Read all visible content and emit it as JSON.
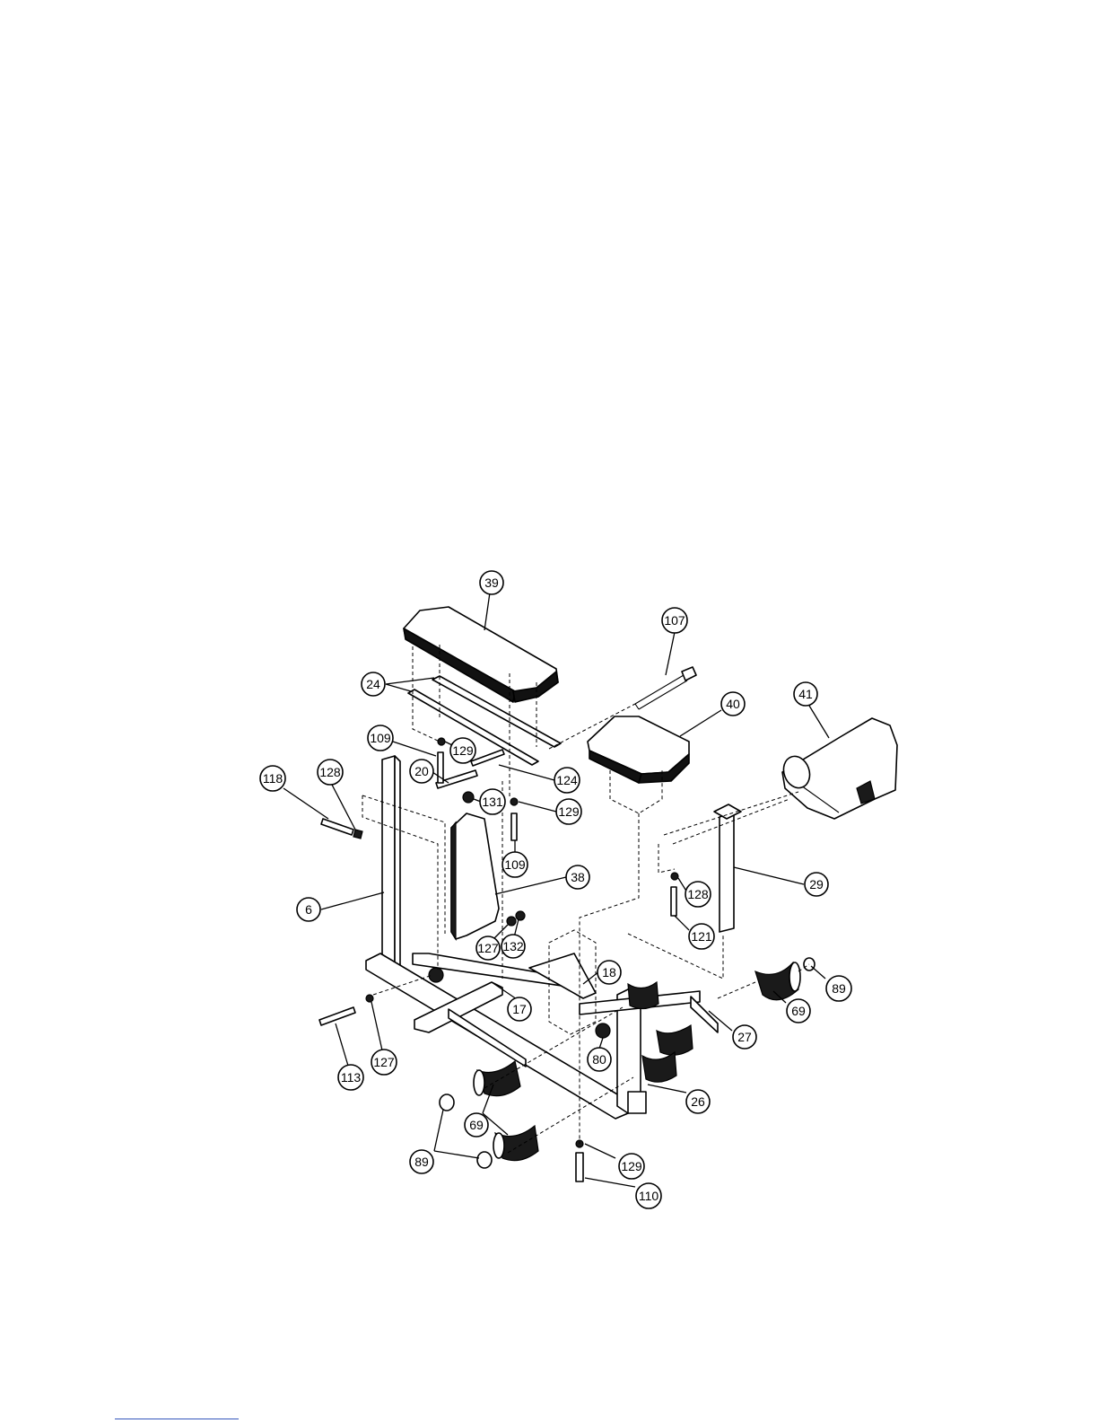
{
  "diagram": {
    "labels": [
      {
        "id": "39"
      },
      {
        "id": "107"
      },
      {
        "id": "24"
      },
      {
        "id": "40"
      },
      {
        "id": "41"
      },
      {
        "id": "109"
      },
      {
        "id": "129"
      },
      {
        "id": "118"
      },
      {
        "id": "128"
      },
      {
        "id": "20"
      },
      {
        "id": "124"
      },
      {
        "id": "131"
      },
      {
        "id": "129"
      },
      {
        "id": "109"
      },
      {
        "id": "38"
      },
      {
        "id": "128"
      },
      {
        "id": "29"
      },
      {
        "id": "6"
      },
      {
        "id": "121"
      },
      {
        "id": "127"
      },
      {
        "id": "132"
      },
      {
        "id": "18"
      },
      {
        "id": "89"
      },
      {
        "id": "17"
      },
      {
        "id": "69"
      },
      {
        "id": "27"
      },
      {
        "id": "80"
      },
      {
        "id": "113"
      },
      {
        "id": "127"
      },
      {
        "id": "26"
      },
      {
        "id": "69"
      },
      {
        "id": "89"
      },
      {
        "id": "129"
      },
      {
        "id": "110"
      }
    ]
  }
}
